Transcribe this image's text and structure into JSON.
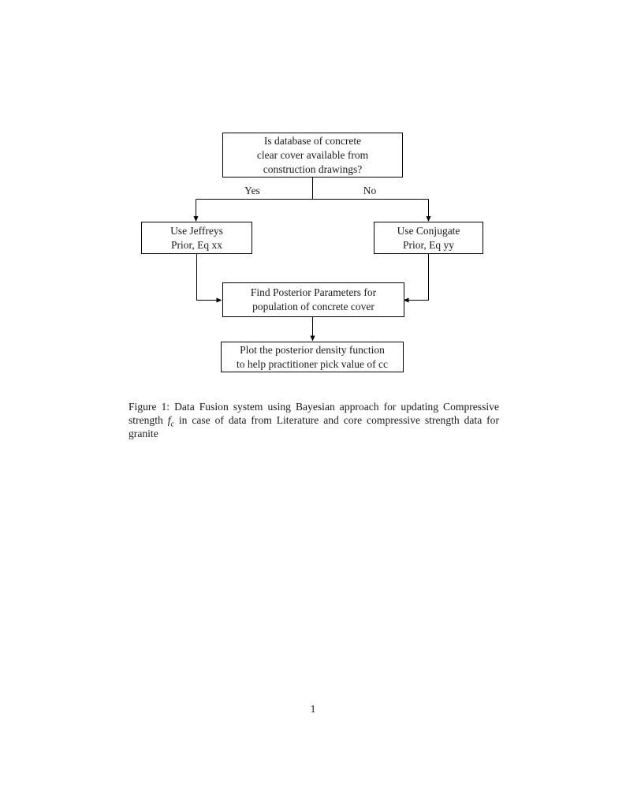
{
  "page": {
    "number": "1"
  },
  "flowchart": {
    "decision": {
      "line1": "Is database of concrete",
      "line2": "clear cover available from",
      "line3": "construction drawings?"
    },
    "branch_yes": "Yes",
    "branch_no": "No",
    "jeffreys": {
      "line1": "Use Jeffreys",
      "line2": "Prior, Eq xx"
    },
    "conjugate": {
      "line1": "Use Conjugate",
      "line2": "Prior, Eq yy"
    },
    "posterior": {
      "line1": "Find Posterior Parameters for",
      "line2": "population of concrete cover"
    },
    "plot": {
      "line1": "Plot the posterior density function",
      "line2": "to help practitioner pick value of cc"
    }
  },
  "caption": {
    "label": "Figure 1:",
    "text_before": "Data Fusion system using Bayesian approach for updating Compressive strength",
    "math_symbol": "f",
    "math_subscript": "c",
    "text_after": "in case of data from Literature and core compressive strength data for granite"
  },
  "colors": {
    "ink": "#1a1a1a",
    "line": "#000000",
    "background": "#ffffff"
  }
}
